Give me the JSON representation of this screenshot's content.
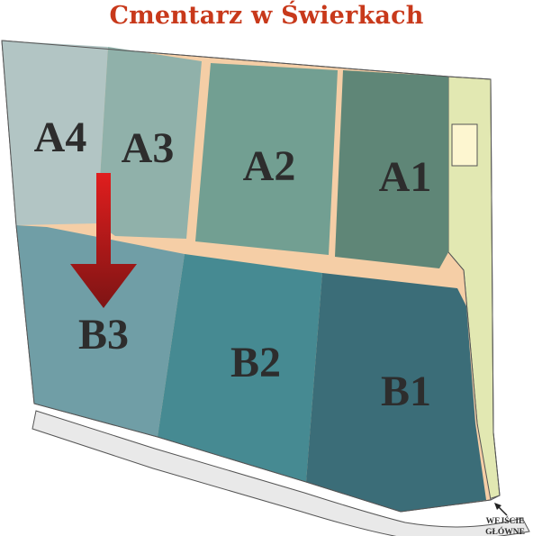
{
  "title": "Cmentarz w Świerkach",
  "sections": {
    "A4": {
      "label": "A4",
      "color": "#b2c5c4"
    },
    "A3": {
      "label": "A3",
      "color": "#90b1aa"
    },
    "A2": {
      "label": "A2",
      "color": "#729f92"
    },
    "A1": {
      "label": "A1",
      "color": "#5f8677"
    },
    "B3": {
      "label": "B3",
      "color": "#709ea6"
    },
    "B2": {
      "label": "B2",
      "color": "#468a92"
    },
    "B1": {
      "label": "B1",
      "color": "#3b6d78"
    }
  },
  "entrance": {
    "line1": "WEJŚCIE",
    "line2": "GŁÓWNE"
  },
  "colors": {
    "title": "#c8391b",
    "path": "#f5cea6",
    "strip": "#e2e8b2",
    "marker": "#cc1b1b",
    "walkway": "#e9e9e9"
  }
}
